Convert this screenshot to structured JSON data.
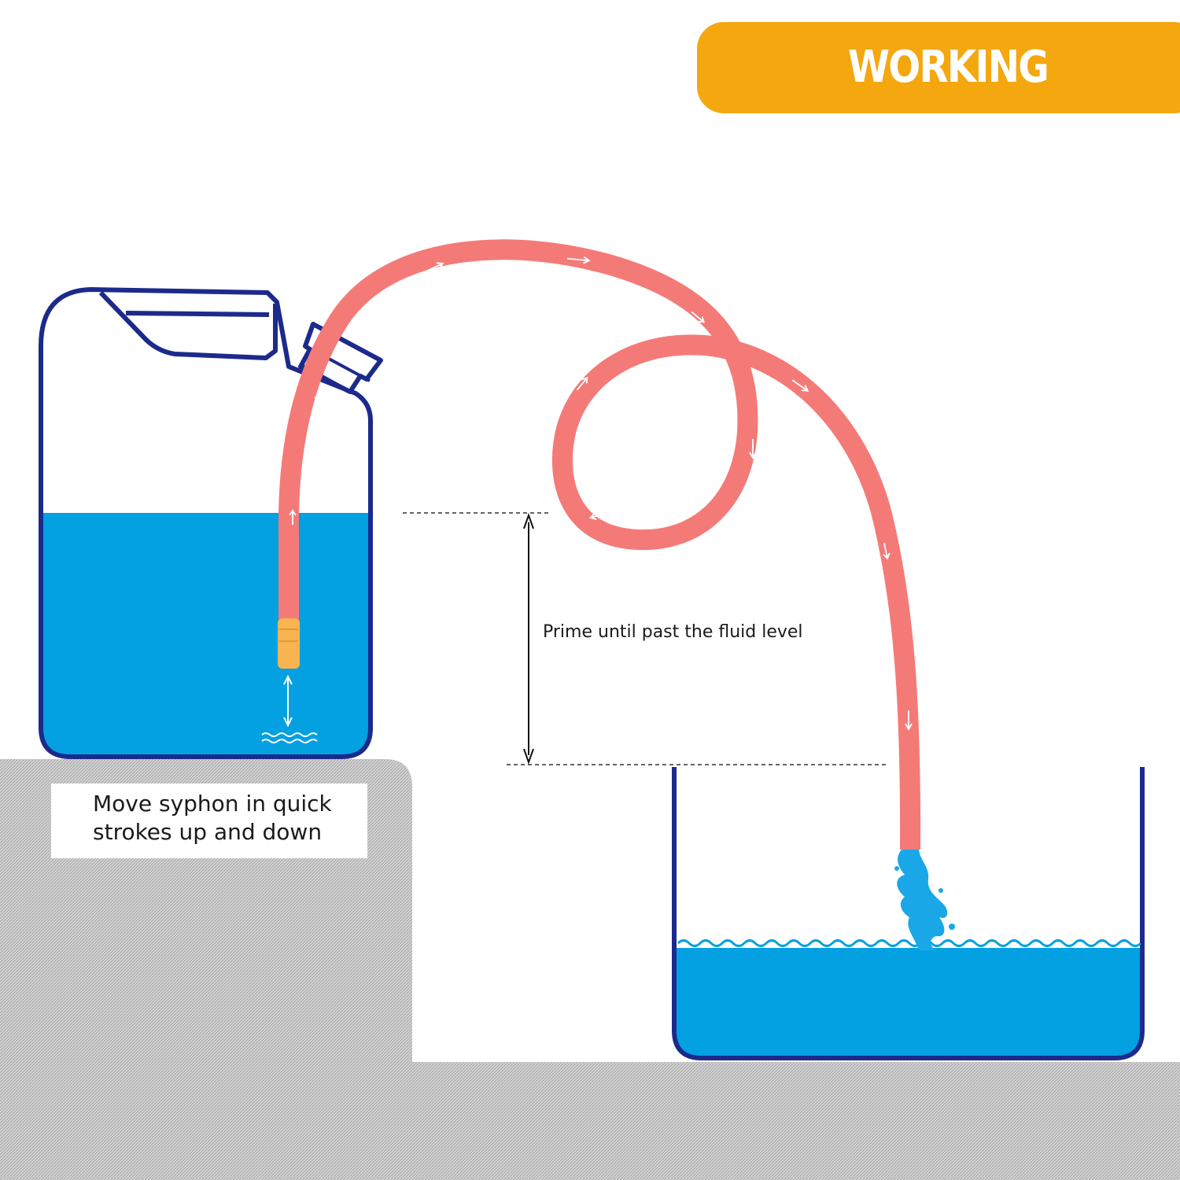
{
  "title": "WORKING PRINCIPLE",
  "instruction_move": "Move syphon in quick strokes up and down",
  "instruction_prime": "Prime until past the fluid level",
  "colors": {
    "title_badge": "#f4a70f",
    "title_text": "#ffffff",
    "container_outline": "#1c2a8c",
    "fluid": "#03a0e2",
    "hose": "#f47a78",
    "hose_tip": "#f7b450",
    "ground": "#c8c8c8",
    "flow_arrow": "#ffffff"
  },
  "icons": [
    "jerry-can-icon",
    "basin-icon",
    "siphon-hose-icon",
    "splash-icon",
    "flow-arrow-icon",
    "double-arrow-icon"
  ]
}
